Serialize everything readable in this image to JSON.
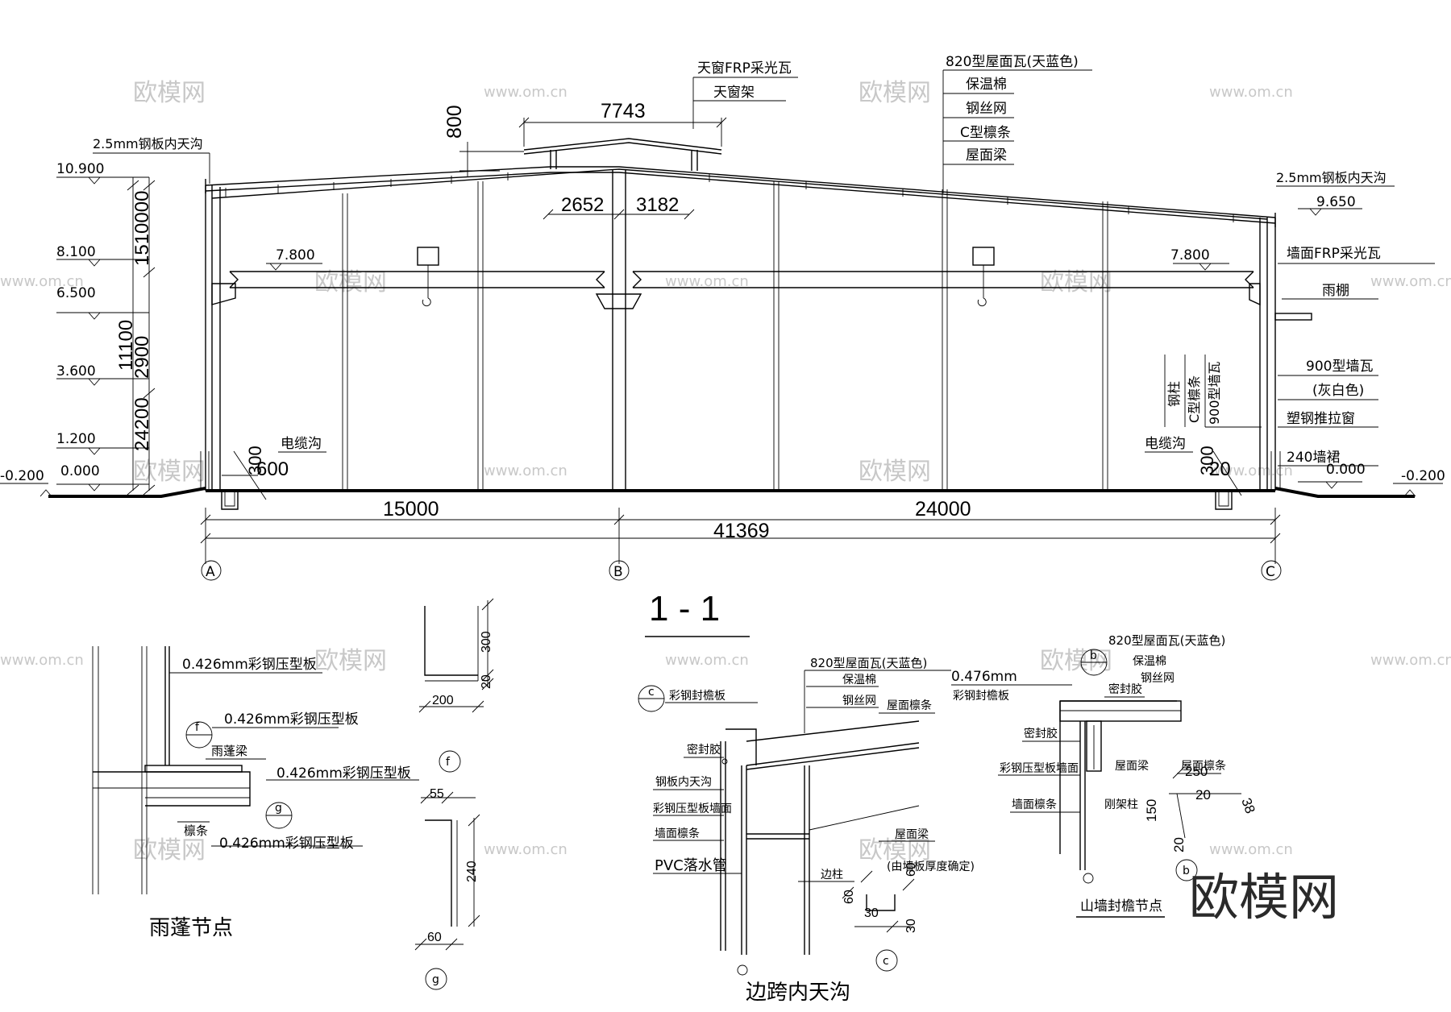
{
  "section": {
    "title": "1 - 1",
    "roof_labels": [
      "820型屋面瓦(天蓝色)",
      "保温棉",
      "钢丝网",
      "C型檩条",
      "屋面梁"
    ],
    "skylight_labels": [
      "天窗FRP采光瓦",
      "天窗架"
    ],
    "gutter_left": "2.5mm钢板内天沟",
    "gutter_right": "2.5mm钢板内天沟",
    "wall_frp": "墙面FRP采光瓦",
    "canopy": "雨棚",
    "wall_tile": "900型墙瓦",
    "wall_tile_color": "(灰白色)",
    "window": "塑钢推拉窗",
    "skirt": "240墙裙",
    "cable_trench_left": "电缆沟",
    "cable_trench_right": "电缆沟",
    "vertical_labels": [
      "钢柱",
      "C型檩条",
      "900型墙瓦"
    ],
    "elev_left": [
      "10.900",
      "8.100",
      "6.500",
      "3.600",
      "1.200",
      "0.000",
      "-0.200"
    ],
    "elev_right": [
      "9.650",
      "0.000",
      "-0.200"
    ],
    "crane_left": "7.800",
    "crane_right": "7.800",
    "dims": {
      "skylight_width": "7743",
      "skylight_height": "800",
      "ridge_left": "2652",
      "ridge_right": "3182",
      "span_ab": "15000",
      "span_bc": "24000",
      "total": "41369",
      "col_total": "11100",
      "col_upper": "1510000",
      "col_mid": "2900",
      "col_lower": "24200",
      "trench_left_a": "300",
      "trench_left_b": "600",
      "trench_right_a": "300",
      "trench_right_b": "20"
    },
    "axes": [
      "A",
      "B",
      "C"
    ]
  },
  "canopy_detail": {
    "title": "雨蓬节点",
    "labels": [
      "0.426mm彩钢压型板",
      "0.426mm彩钢压型板",
      "雨蓬梁",
      "0.426mm彩钢压型板",
      "檩条",
      "0.426mm彩钢压型板"
    ],
    "bubbles": [
      "f",
      "g"
    ]
  },
  "detail_f": {
    "label": "f",
    "dims": [
      "300",
      "20",
      "200"
    ]
  },
  "detail_g": {
    "label": "g",
    "dims": [
      "55",
      "240",
      "60"
    ]
  },
  "gutter_detail": {
    "title": "边跨内天沟",
    "bubble": "c",
    "labels": [
      "820型屋面瓦(天蓝色)",
      "保温棉",
      "钢丝网",
      "屋面檩条",
      "彩钢封檐板",
      "密封胶",
      "钢板内天沟",
      "彩钢压型板墙面",
      "墙面檩条",
      "PVC落水管",
      "屋面梁",
      "边柱",
      "(由墙板厚度确定)"
    ]
  },
  "detail_c": {
    "label": "c",
    "dims": [
      "60",
      "30",
      "30",
      "60"
    ]
  },
  "gable_detail": {
    "title": "山墙封檐节点",
    "bubble": "b",
    "labels": [
      "820型屋面瓦(天蓝色)",
      "保温棉",
      "钢丝网",
      "0.476mm",
      "彩钢封檐板",
      "密封胶",
      "屋面檩条",
      "密封胶",
      "屋面梁",
      "彩钢压型板墙面",
      "墙面檩条",
      "刚架柱"
    ]
  },
  "detail_b": {
    "label": "b",
    "dims": [
      "250",
      "20",
      "150",
      "38",
      "20"
    ]
  },
  "watermarks": {
    "cn": "欧模网",
    "url": "www.om.cn",
    "brand": "欧模网"
  }
}
